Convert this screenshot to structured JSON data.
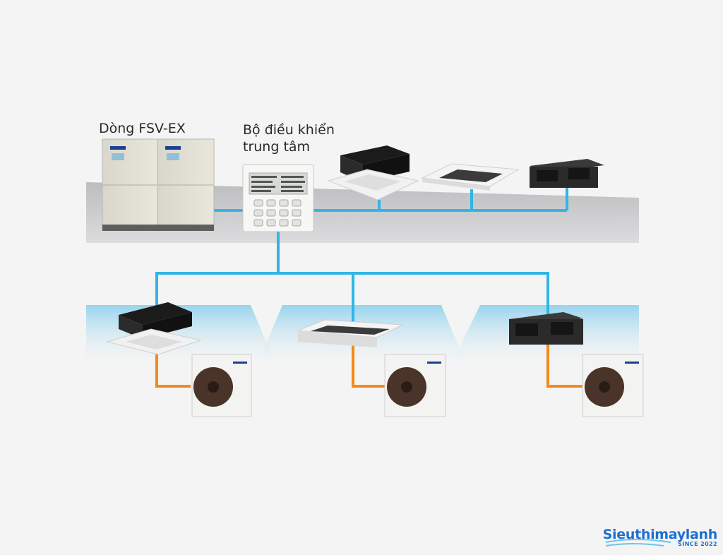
{
  "labels": {
    "outdoor_series": "Dòng FSV-EX",
    "controller_line1": "Bộ điều khiển",
    "controller_line2": "trung tâm"
  },
  "watermark": {
    "name": "Sieuthimaylanh",
    "since": "SINCE 2022"
  },
  "colors": {
    "network_line": "#2fb6e6",
    "refrigerant_line": "#f28a1a",
    "floor_top": "#c8c9cb",
    "zone_gradient": "#9fd9ef",
    "brand": "#1e6fd0"
  }
}
